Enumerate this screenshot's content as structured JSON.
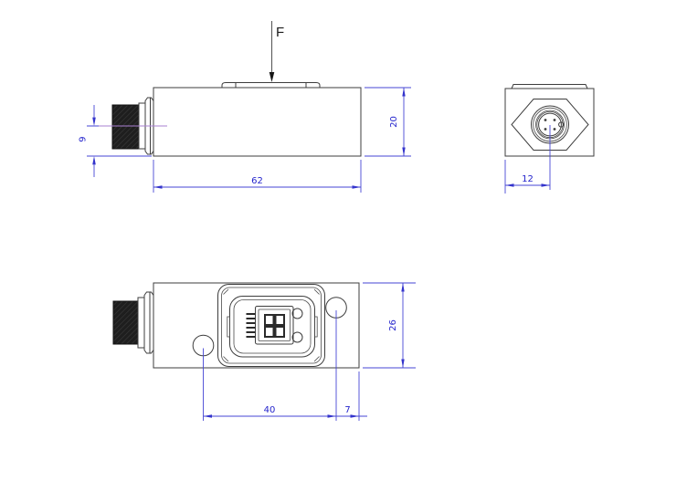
{
  "force_label": "F",
  "views": {
    "side": {
      "name": "side-view",
      "dims": {
        "length": "62",
        "height": "20",
        "connector_offset": "9"
      }
    },
    "end": {
      "name": "end-view",
      "dims": {
        "connector_center": "12"
      }
    },
    "top": {
      "name": "top-view",
      "dims": {
        "hole_spacing": "40",
        "hole_to_edge": "7",
        "width": "26"
      }
    }
  },
  "colors": {
    "drawing_line": "#3d3d3d",
    "dimension_blue": "#2424cc",
    "centerline_violet": "#a980d2",
    "connector_fill": "#1e1e1e",
    "background": "#ffffff"
  }
}
